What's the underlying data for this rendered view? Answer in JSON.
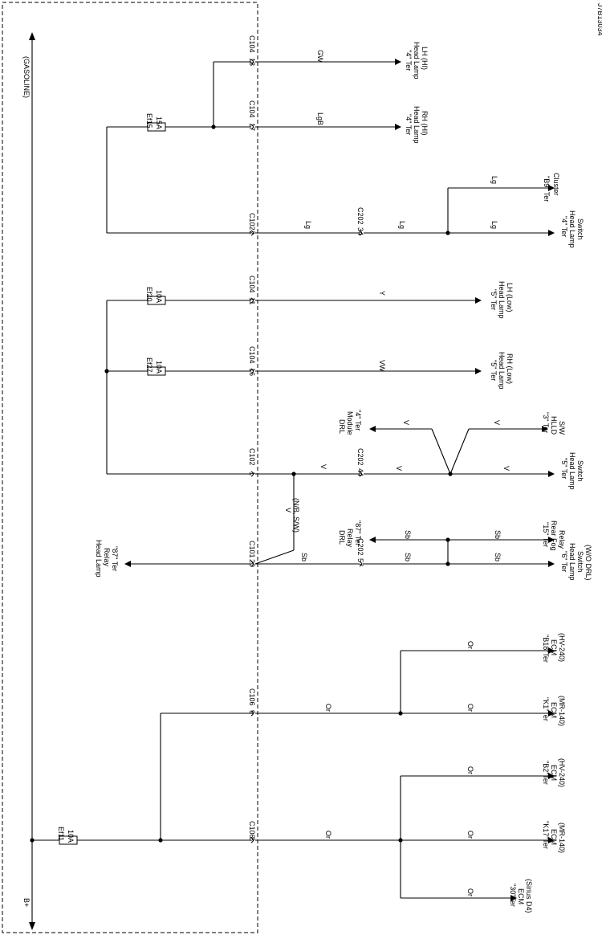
{
  "doc_id": "J7B13034",
  "variant": "(GASOLINE)",
  "source": "B+",
  "fuses": [
    {
      "name": "Ef15",
      "rating": "15A"
    },
    {
      "name": "Ef20",
      "rating": "10A"
    },
    {
      "name": "Ef27",
      "rating": "10A"
    },
    {
      "name": "Ef11",
      "rating": "10A"
    }
  ],
  "connectors": {
    "c104_18": {
      "pin": "18",
      "conn": "C104"
    },
    "c104_17": {
      "pin": "17",
      "conn": "C104"
    },
    "c102_2": {
      "pin": "2",
      "conn": "C102"
    },
    "c104_11": {
      "pin": "11",
      "conn": "C104"
    },
    "c104_16": {
      "pin": "16",
      "conn": "C104"
    },
    "c102_1": {
      "pin": "1",
      "conn": "C102"
    },
    "c101_20": {
      "pin": "20",
      "conn": "C101"
    },
    "c106_9": {
      "pin": "9",
      "conn": "C106"
    },
    "c106_8": {
      "pin": "8",
      "conn": "C106"
    },
    "c202_34": {
      "pin": "34",
      "conn": "C202"
    },
    "c202_44": {
      "pin": "44",
      "conn": "C202"
    },
    "c202_57": {
      "pin": "57",
      "conn": "C202"
    }
  },
  "wire_colors": {
    "gw": "GW",
    "lgb": "LgB",
    "lg": "Lg",
    "y": "Y",
    "vw": "VW",
    "v": "V",
    "sb": "Sb",
    "or": "Or",
    "v_nb": "(N/B, S/W)"
  },
  "terminals": {
    "hl_lh_hi": [
      "\"4\" Ter",
      "Head Lamp",
      "LH (HI)"
    ],
    "hl_rh_hi": [
      "\"4\" Ter",
      "Head Lamp",
      "RH (HI)"
    ],
    "cluster": [
      "\"B9\" Ter",
      "Cluster"
    ],
    "hls_4": [
      "\"4\" Ter",
      "Head Lamp",
      "Switch"
    ],
    "hl_lh_low": [
      "\"5\" Ter",
      "Head Lamp",
      "LH (Low)"
    ],
    "hl_rh_low": [
      "\"5\" Ter",
      "Head Lamp",
      "RH (Low)"
    ],
    "drl_module": [
      "DRL",
      "Module",
      "\"4\" Ter"
    ],
    "hlld": [
      "\"3\" Ter",
      "HLLD",
      "S/W"
    ],
    "hls_5": [
      "\"5\" Ter",
      "Head Lamp",
      "Switch"
    ],
    "drl_relay": [
      "DRL",
      "Relay",
      "\"87\" Ter"
    ],
    "rear_fog": [
      "\"15\" Ter",
      "Rear Fog",
      "Relay"
    ],
    "hls_6": [
      "\"6\" Ter",
      "Head Lamp",
      "Switch",
      "(W/O DRL)"
    ],
    "hl_relay": [
      "Head Lamp",
      "Relay",
      "\"87\" Ter"
    ],
    "b18": [
      "\"B18\"Ter",
      "ECM",
      "(HV-240)"
    ],
    "k1": [
      "\"K1\"Ter",
      "ECM",
      "(MR-140)"
    ],
    "b2": [
      "\"B2\"Ter",
      "ECM",
      "(HV-240)"
    ],
    "k17": [
      "\"K17\"Ter",
      "ECM",
      "(MR-140)"
    ],
    "t30": [
      "\"30\"Ter",
      "ECM",
      "(Sirius D4)"
    ]
  }
}
